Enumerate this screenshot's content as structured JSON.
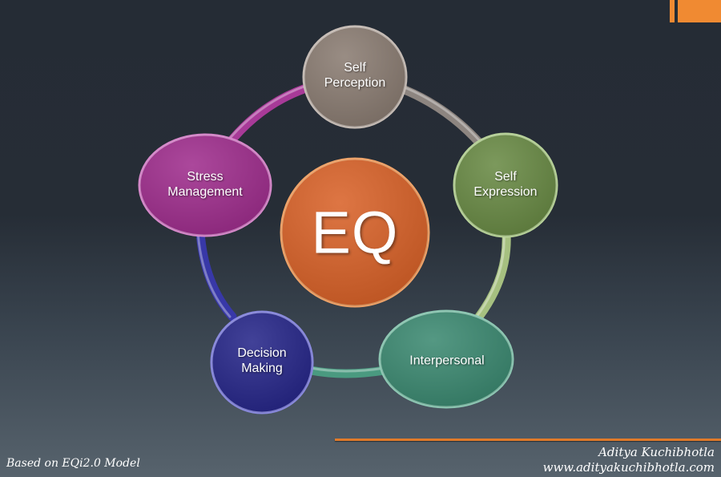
{
  "diagram": {
    "center": {
      "label": "EQ",
      "color": "#d9632a"
    },
    "nodes": [
      {
        "id": "self-perception",
        "line1": "Self",
        "line2": "Perception",
        "color": "#8b7d73"
      },
      {
        "id": "self-expression",
        "line1": "Self",
        "line2": "Expression",
        "color": "#6a8b46"
      },
      {
        "id": "interpersonal",
        "line1": "Interpersonal",
        "line2": "",
        "color": "#3d8a72"
      },
      {
        "id": "decision-making",
        "line1": "Decision",
        "line2": "Making",
        "color": "#28288a"
      },
      {
        "id": "stress-management",
        "line1": "Stress",
        "line2": "Management",
        "color": "#a02f8e"
      }
    ],
    "connectors": [
      {
        "from": "self-perception",
        "to": "self-expression",
        "color": "#8d8580"
      },
      {
        "from": "self-expression",
        "to": "interpersonal",
        "color": "#a6c080"
      },
      {
        "from": "interpersonal",
        "to": "decision-making",
        "color": "#4a9a80"
      },
      {
        "from": "decision-making",
        "to": "stress-management",
        "color": "#3838a8"
      },
      {
        "from": "stress-management",
        "to": "self-perception",
        "color": "#a83a98"
      }
    ]
  },
  "footer": {
    "source_note": "Based on EQi2.0 Model",
    "author": "Aditya Kuchibhotla",
    "website": "www.adityakuchibhotla.com"
  },
  "colors": {
    "accent": "#f08a32",
    "background_top": "#252c35",
    "background_bottom": "#57636d"
  }
}
